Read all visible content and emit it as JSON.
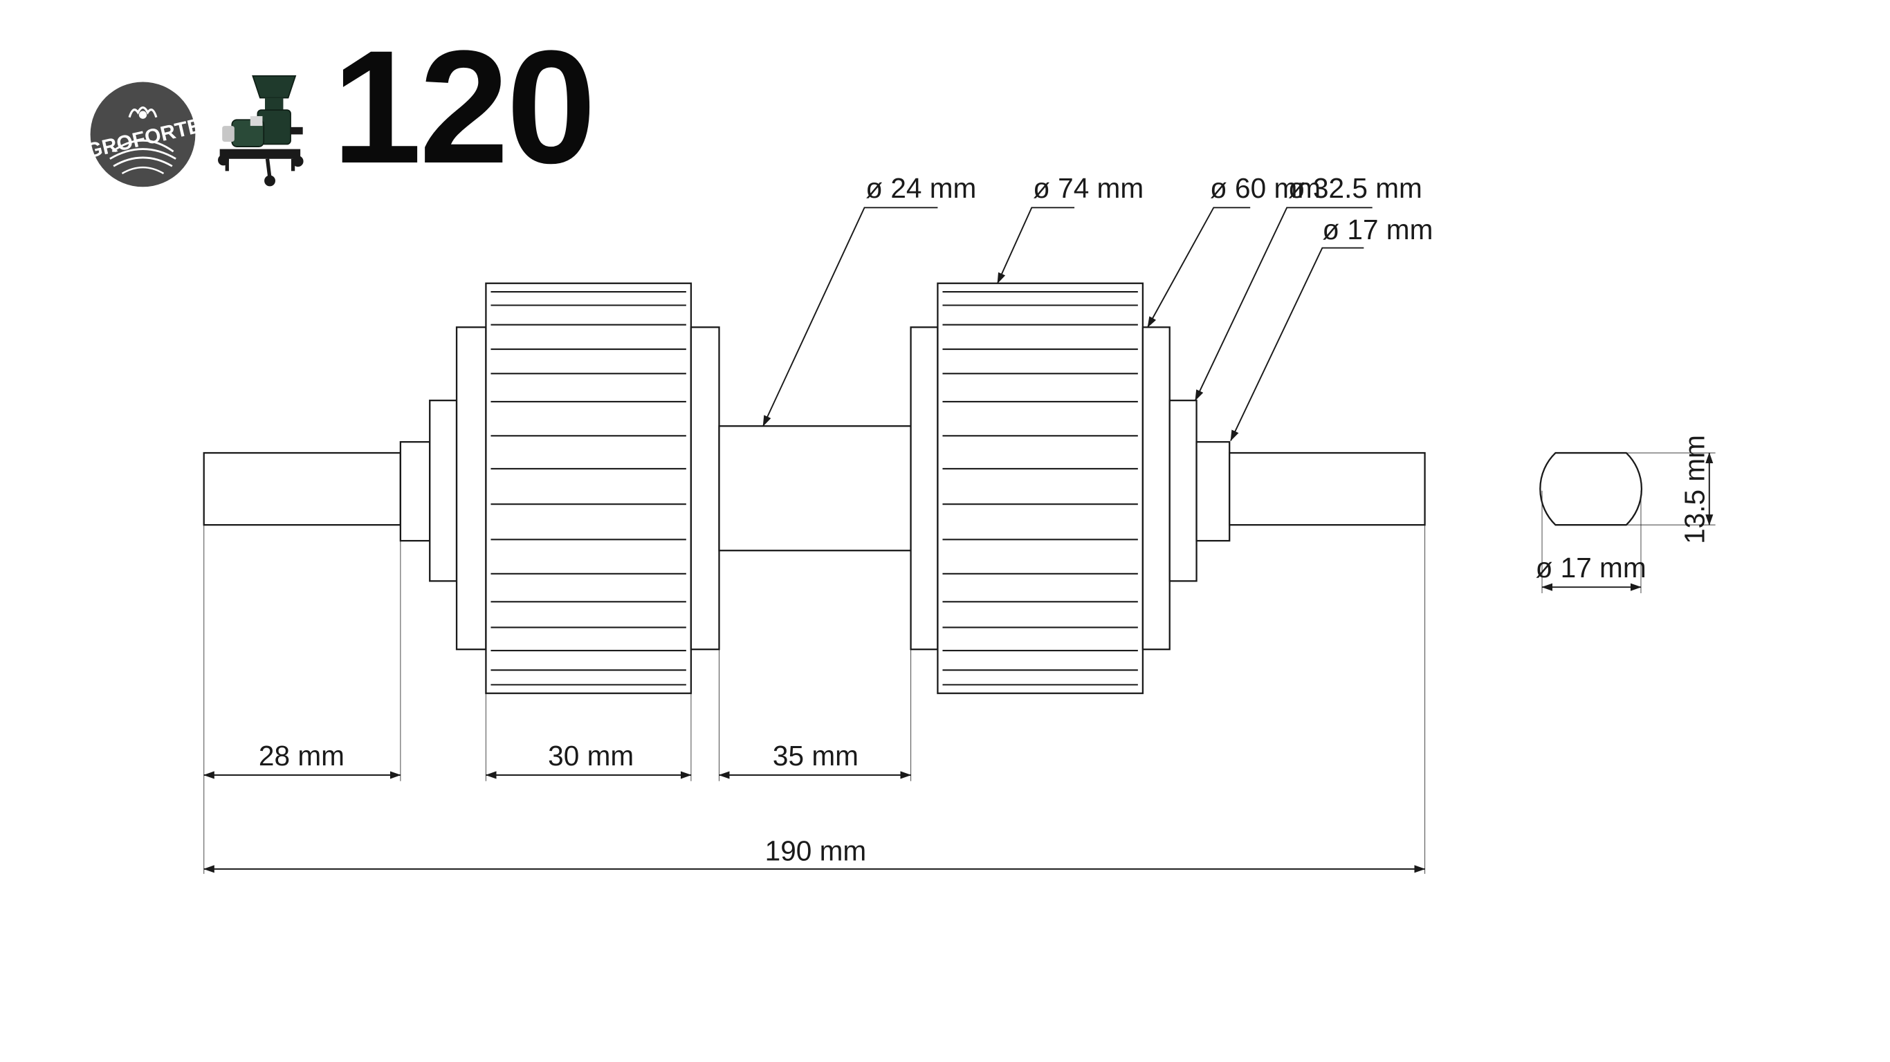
{
  "header": {
    "logo_text": "AGROFORTEL",
    "model_number": "120"
  },
  "dimensions": {
    "shaft_diameter": "ø 24 mm",
    "roller_diameter": "ø 74 mm",
    "flange_diameter": "ø 60 mm",
    "collar_diameter": "ø 32.5 mm",
    "journal_diameter": "ø 17 mm",
    "journal_length": "28 mm",
    "roller_width": "30 mm",
    "roller_gap": "35 mm",
    "total_length": "190 mm",
    "section_flat_height": "13.5 mm",
    "section_diameter": "ø 17 mm"
  },
  "colors": {
    "line": "#1a1a1a",
    "logo_badge": "#4a4a4a",
    "machine_body": "#1f3a2c"
  }
}
